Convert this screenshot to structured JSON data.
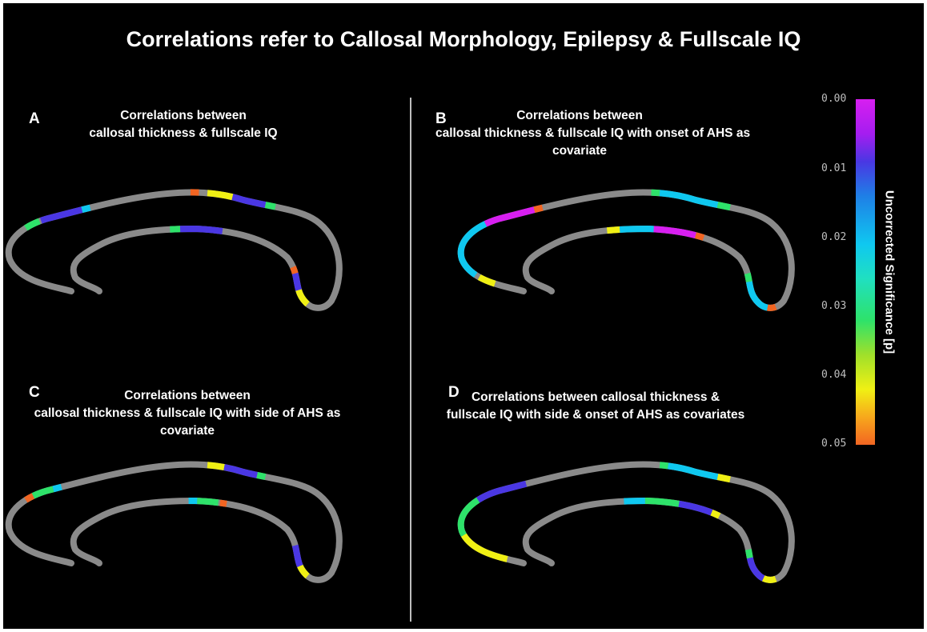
{
  "title": "Correlations refer to Callosal Morphology, Epilepsy & Fullscale IQ",
  "panels": [
    {
      "letter": "A",
      "title_lines": [
        "Correlations between",
        "callosal thickness & fullscale IQ"
      ]
    },
    {
      "letter": "B",
      "title_lines": [
        "Correlations between",
        "callosal thickness & fullscale IQ with onset of AHS as",
        "covariate"
      ]
    },
    {
      "letter": "C",
      "title_lines": [
        "Correlations between",
        "callosal thickness  & fullscale IQ with side of AHS as",
        "covariate"
      ]
    },
    {
      "letter": "D",
      "title_lines": [
        "Correlations between callosal thickness  &",
        "fullscale IQ with side  & onset of AHS as covariates"
      ]
    }
  ],
  "colorbar": {
    "label": "Uncorrected Significance [p]",
    "ticks": [
      "0.00",
      "0.01",
      "0.02",
      "0.03",
      "0.04",
      "0.05"
    ],
    "colors": [
      "#d71ff0",
      "#4a37e3",
      "#0fc8f0",
      "#2ee26a",
      "#f0f014",
      "#f26522"
    ]
  },
  "colors": {
    "background": "#000000",
    "callosum": "#8a8a8a",
    "divider": "#bdbdbd"
  }
}
